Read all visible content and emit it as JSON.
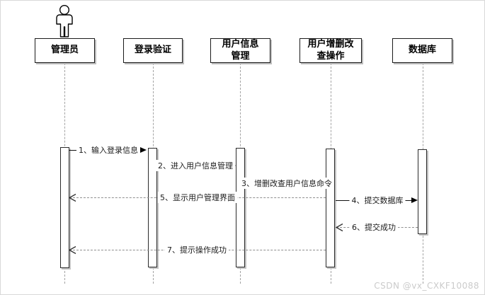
{
  "watermark": "CSDN @vx_CXKF10088",
  "actor": {
    "icon": "person-icon",
    "label": "管理员"
  },
  "lifelines": [
    {
      "label": "管理员"
    },
    {
      "label": "登录验证"
    },
    {
      "label": "用户信息管理"
    },
    {
      "label": "用户增删改查操作"
    },
    {
      "label": "数据库"
    }
  ],
  "messages": [
    {
      "label": "1、输入登录信息",
      "from": "管理员",
      "to": "登录验证",
      "style": "solid",
      "direction": "right"
    },
    {
      "label": "2、进入用户信息管理",
      "from": "登录验证",
      "to": "用户信息管理",
      "style": "solid",
      "direction": "right"
    },
    {
      "label": "3、增删改查用户信息命令",
      "from": "用户信息管理",
      "to": "用户增删改查操作",
      "style": "label-only",
      "direction": "right"
    },
    {
      "label": "4、提交数据库",
      "from": "用户增删改查操作",
      "to": "数据库",
      "style": "solid",
      "direction": "right"
    },
    {
      "label": "5、显示用户管理界面",
      "from": "用户增删改查操作",
      "to": "管理员",
      "style": "dashed",
      "direction": "left"
    },
    {
      "label": "6、提交成功",
      "from": "数据库",
      "to": "用户增删改查操作",
      "style": "dashed",
      "direction": "left"
    },
    {
      "label": "7、提示操作成功",
      "from": "用户增删改查操作",
      "to": "管理员",
      "style": "dashed",
      "direction": "left"
    }
  ]
}
